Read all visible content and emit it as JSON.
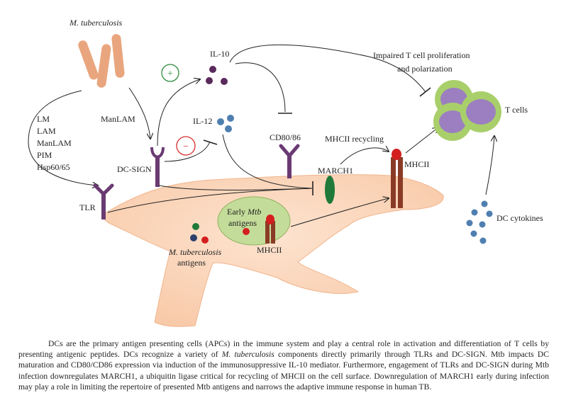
{
  "labels": {
    "mtb_top": "M. tuberculosis",
    "il10": "IL-10",
    "il12": "IL-12",
    "impaired_line1": "Impaired T cell proliferation",
    "impaired_line2": "and polarization",
    "tcells": "T cells",
    "components": [
      "LM",
      "LAM",
      "ManLAM",
      "PIM",
      "Hsp60/65"
    ],
    "manlam": "ManLAM",
    "dcsign": "DC-SIGN",
    "cd80": "CD80/86",
    "mhcii_recycling": "MHCII recycling",
    "march1": "MARCH1",
    "mhcii_surface": "MHCII",
    "tlr": "TLR",
    "early_line1_prefix": "Early ",
    "early_line1_italic": "Mtb",
    "early_line2": "antigens",
    "mhcii_inner": "MHCII",
    "mtb_antigens_line1": "M. tuberculosis",
    "mtb_antigens_line2": "antigens",
    "dc_cytokines": "DC cytokines",
    "plus": "+",
    "minus": "−"
  },
  "caption": {
    "s1": "DCs are the primary antigen presenting cells (APCs) in the immune system and play a central role in activation and differentiation of T cells by presenting antigenic peptides. DCs recognize a variety of ",
    "s1_italic": "M. tuberculosis",
    "s2": " components directly primarily through TLRs and DC-SIGN. Mtb impacts DC maturation and CD80/CD86 expression via induction of the immunosuppressive IL-10 mediator. Furthermore, engagement of TLRs and DC-SIGN during Mtb infection downregulates MARCH1, a ubiquitin ligase critical for recycling of MHCII on the cell surface. Downregulation of MARCH1 early during infection may play a role in limiting the repertoire of presented Mtb antigens and narrows the adaptive immune response in human TB."
  },
  "colors": {
    "cell_fill": "#fbd3b6",
    "bacteria": "#e9a67e",
    "il10_dot": "#5a2a5c",
    "cytokine_dot": "#4f7fb0",
    "receptor": "#6a3a73",
    "tcell_ring": "#a9cf6a",
    "tcell_core": "#9b7fc0",
    "endosome": "#c4dc9a",
    "mhcii": "#8a3b26",
    "peptide": "#d41f1f",
    "march1": "#1f7a3a",
    "plus_ring": "#2e8b3c",
    "minus_ring": "#d62d2d"
  }
}
